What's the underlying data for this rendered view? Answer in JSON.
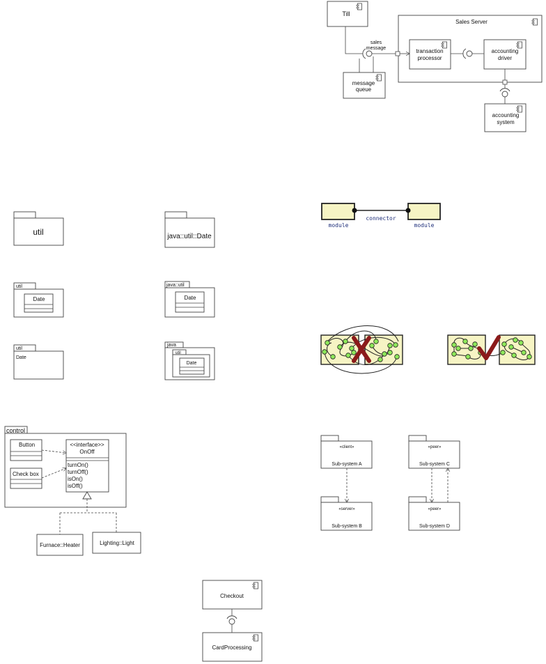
{
  "component": {
    "till": "Till",
    "sales_message": [
      "sales",
      "message"
    ],
    "message_queue": [
      "message",
      "queue"
    ],
    "sales_server": "Sales Server",
    "transaction_processor": [
      "transaction",
      "processor"
    ],
    "accounting_driver": [
      "accounting",
      "driver"
    ],
    "accounting_system": [
      "accounting",
      "system"
    ]
  },
  "connector": {
    "left_module": "module",
    "connector": "connector",
    "right_module": "module"
  },
  "packages": {
    "util": "util",
    "java_util_date": "java::util::Date",
    "util_tab": "util",
    "date": "Date",
    "java_util_tab": "java::util",
    "java_tab": "java",
    "util_tab_inner": "util"
  },
  "control": {
    "package": "control",
    "button": "Button",
    "check_box": "Check box",
    "interface_stereotype": "<<interface>>",
    "interface_name": "OnOff",
    "methods": [
      "turnOn()",
      "turnOff()",
      "isOn()",
      "isOff()"
    ],
    "heater": "Furnace::Heater",
    "light": "Lighting::Light"
  },
  "subsystems": {
    "client": "«client»",
    "server": "«server»",
    "peer": "«peer»",
    "a": "Sub-system A",
    "b": "Sub-system B",
    "c": "Sub-system C",
    "d": "Sub-system D"
  },
  "checkout": {
    "checkout": "Checkout",
    "card_processing": "CardProcessing"
  },
  "colors": {
    "module_fill": "#f6f4c4",
    "node_green": "#8ee85a",
    "mark_red": "#8b1a1a",
    "label_blue": "#1f2f7a"
  }
}
